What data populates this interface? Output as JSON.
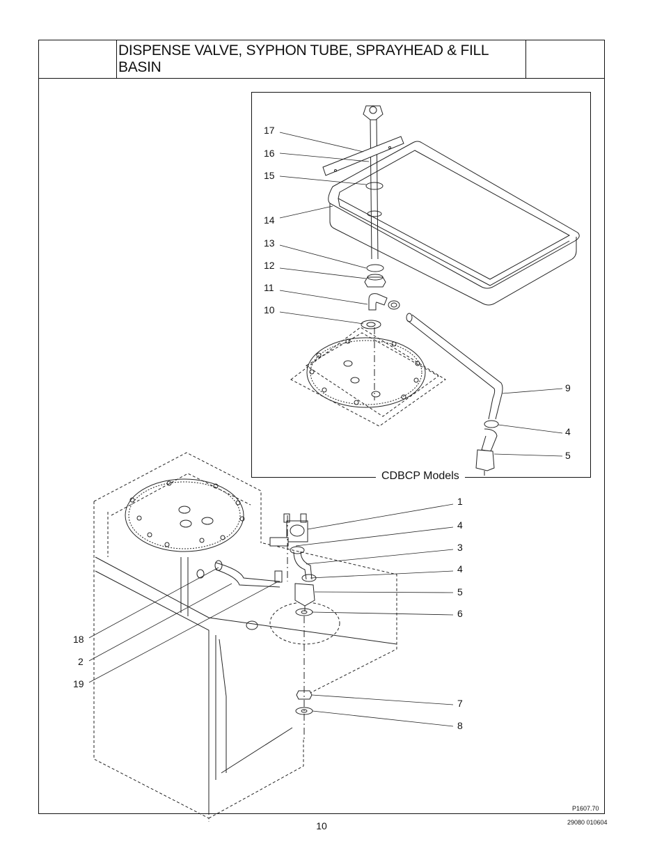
{
  "header": {
    "title": "DISPENSE VALVE, SYPHON TUBE, SPRAYHEAD & FILL BASIN"
  },
  "inset": {
    "label": "CDBCP Models"
  },
  "callouts_inset": [
    "17",
    "16",
    "15",
    "14",
    "13",
    "12",
    "11",
    "10",
    "9",
    "4",
    "5"
  ],
  "callouts_main": [
    "1",
    "4",
    "3",
    "4",
    "5",
    "6",
    "7",
    "8",
    "18",
    "2",
    "19"
  ],
  "footer": {
    "figure_id": "P1607.70",
    "page_number": "10",
    "doc_code": "29080 010604"
  }
}
